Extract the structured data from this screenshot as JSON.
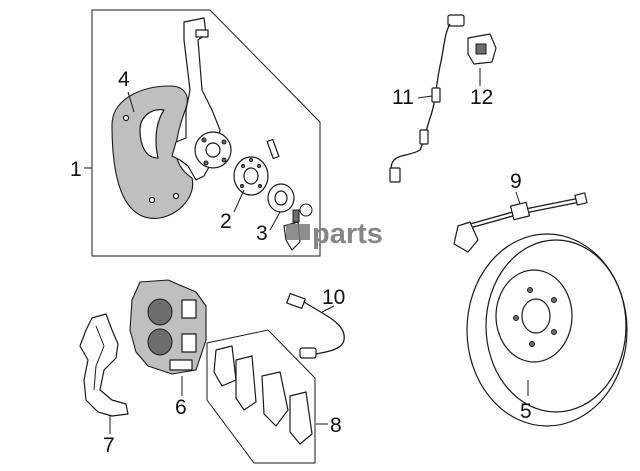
{
  "watermark": {
    "text": "parts",
    "color": "#7a7a7a"
  },
  "callouts": [
    {
      "id": "1",
      "label": "1"
    },
    {
      "id": "2",
      "label": "2"
    },
    {
      "id": "3",
      "label": "3"
    },
    {
      "id": "4",
      "label": "4"
    },
    {
      "id": "5",
      "label": "5"
    },
    {
      "id": "6",
      "label": "6"
    },
    {
      "id": "7",
      "label": "7"
    },
    {
      "id": "8",
      "label": "8"
    },
    {
      "id": "9",
      "label": "9"
    },
    {
      "id": "10",
      "label": "10"
    },
    {
      "id": "11",
      "label": "11"
    },
    {
      "id": "12",
      "label": "12"
    }
  ]
}
